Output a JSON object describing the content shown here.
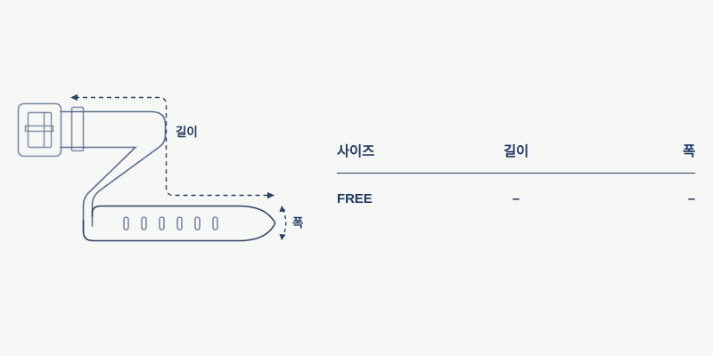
{
  "page": {
    "background_color": "#f7f7f5",
    "ink_color": "#1f3a63",
    "outline_color": "#7b8ba8"
  },
  "diagram": {
    "name": "belt-size-diagram",
    "labels": {
      "length": "길이",
      "width": "폭"
    },
    "parts": {
      "buckle": "buckle-icon",
      "keeper_loop": "keeper-loop",
      "strap": "belt-strap",
      "holes_count": 6
    },
    "annotations": {
      "length_arrow": "length-dimension-arrow",
      "width_arrow": "width-dimension-arrow"
    }
  },
  "table": {
    "name": "size-chart",
    "headers": [
      {
        "label": "사이즈",
        "align": "left"
      },
      {
        "label": "길이",
        "align": "center"
      },
      {
        "label": "폭",
        "align": "right"
      }
    ],
    "rows": [
      {
        "size": "FREE",
        "length": "–",
        "width": "–"
      }
    ]
  }
}
